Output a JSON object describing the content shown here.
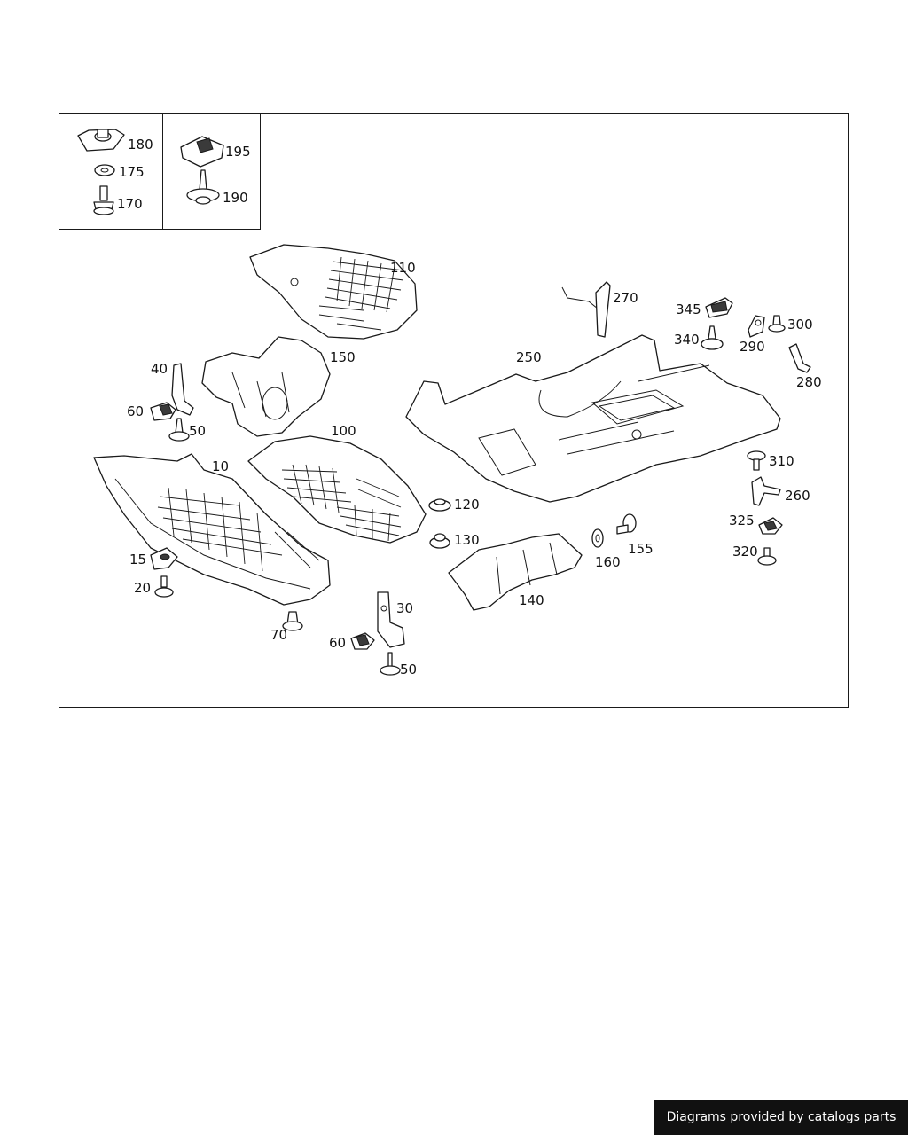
{
  "parts": {
    "p180": "180",
    "p175": "175",
    "p170": "170",
    "p195": "195",
    "p190": "190",
    "p110": "110",
    "p270": "270",
    "p345": "345",
    "p300": "300",
    "p340": "340",
    "p290": "290",
    "p250": "250",
    "p40": "40",
    "p150": "150",
    "p280": "280",
    "p60a": "60",
    "p50a": "50",
    "p100": "100",
    "p10": "10",
    "p310": "310",
    "p260": "260",
    "p120": "120",
    "p325": "325",
    "p130": "130",
    "p155": "155",
    "p15": "15",
    "p320": "320",
    "p160": "160",
    "p20": "20",
    "p140": "140",
    "p30": "30",
    "p70": "70",
    "p60b": "60",
    "p50b": "50"
  },
  "footer": {
    "text": "Diagrams provided by catalogs parts"
  },
  "colors": {
    "line": "#1a1a1a",
    "footer_bg": "#111111",
    "footer_text": "#ffffff"
  }
}
